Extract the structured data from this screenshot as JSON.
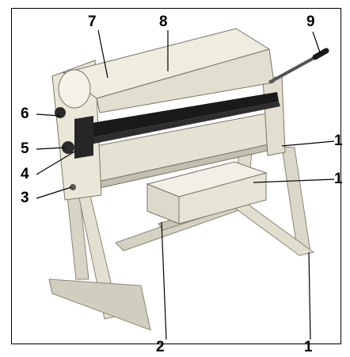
{
  "callouts": {
    "c1a": "1",
    "c1b": "1",
    "c1c": "1",
    "c2": "2",
    "c3": "3",
    "c4": "4",
    "c5": "5",
    "c6": "6",
    "c7": "7",
    "c8": "8",
    "c9": "9"
  },
  "colors": {
    "paint": "#e9e5d6",
    "shadow": "#b9b5a6",
    "dark": "#1a1a1a",
    "outline": "#000000"
  }
}
